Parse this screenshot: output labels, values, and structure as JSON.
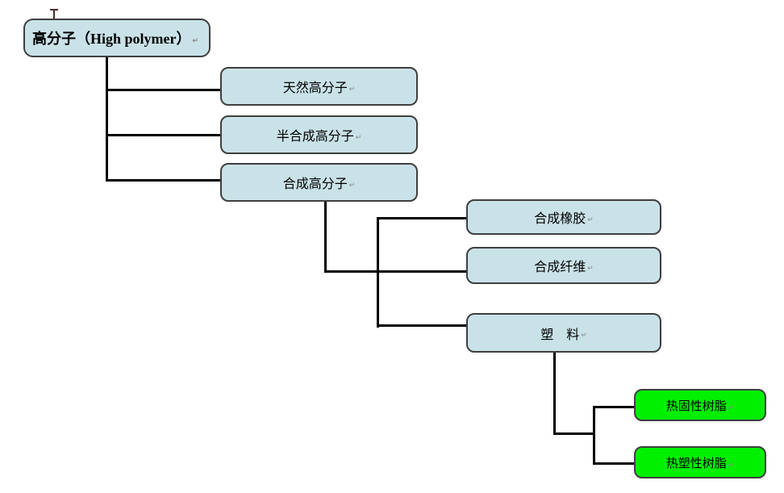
{
  "diagram": {
    "type": "tree",
    "description_labels": {
      "root": "高分子（High polymer）",
      "natural": "天然高分子",
      "semi": "半合成高分子",
      "synthetic": "合成高分子",
      "rubber": "合成橡胶",
      "fiber": "合成纤维",
      "plastic": "塑　料",
      "thermoset": "热固性树脂",
      "thermoplastic": "热塑性树脂"
    },
    "hierarchy": {
      "root": [
        "natural",
        "semi",
        "synthetic"
      ],
      "synthetic": [
        "rubber",
        "fiber",
        "plastic"
      ],
      "plastic": [
        "thermoset",
        "thermoplastic"
      ]
    },
    "marks": {
      "paragraph": "↵"
    },
    "colors": {
      "background": "#ffffff",
      "node_fill_blue": "#c9e2e8",
      "node_fill_green": "#00f000",
      "node_border": "#3f3f3f",
      "line": "#000000",
      "paragraph_mark": "#8a8a8a"
    }
  }
}
